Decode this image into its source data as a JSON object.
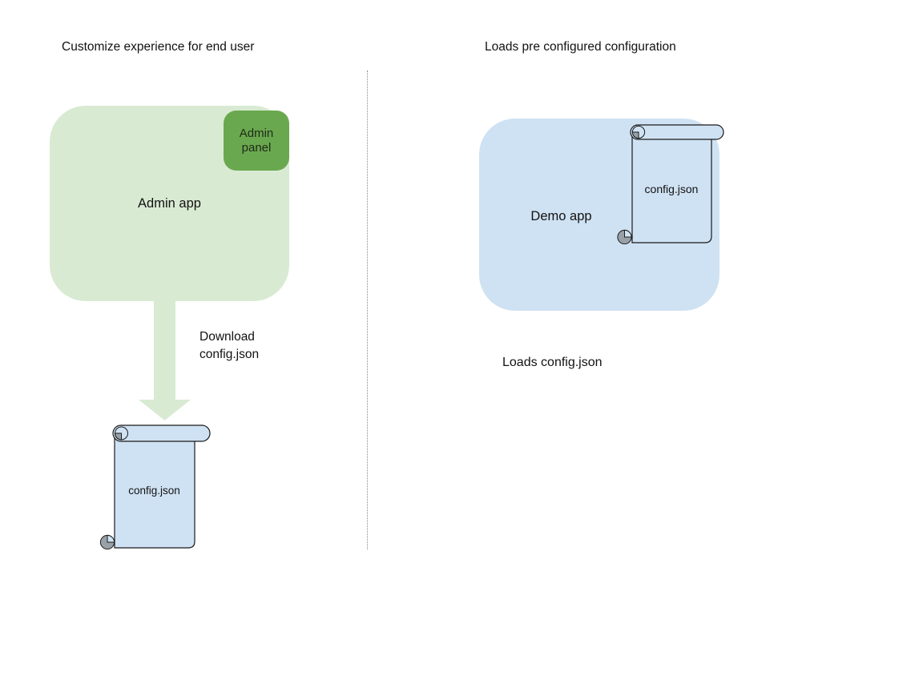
{
  "colors": {
    "light_green": "#d9ead3",
    "dark_green": "#6aa84f",
    "light_blue": "#cfe2f3",
    "scroll_gray": "#99a1a8",
    "outline": "#1a1a1a",
    "divider": "#8a8a8a",
    "text": "#121212"
  },
  "left": {
    "title": "Customize experience for end user",
    "app_label": "Admin app",
    "admin_panel_label": "Admin panel",
    "arrow_label_lines": [
      "Download",
      "config.json"
    ],
    "scroll_label": "config.json"
  },
  "right": {
    "title": "Loads pre configured configuration",
    "app_label": "Demo app",
    "scroll_label": "config.json",
    "caption": "Loads config.json"
  }
}
